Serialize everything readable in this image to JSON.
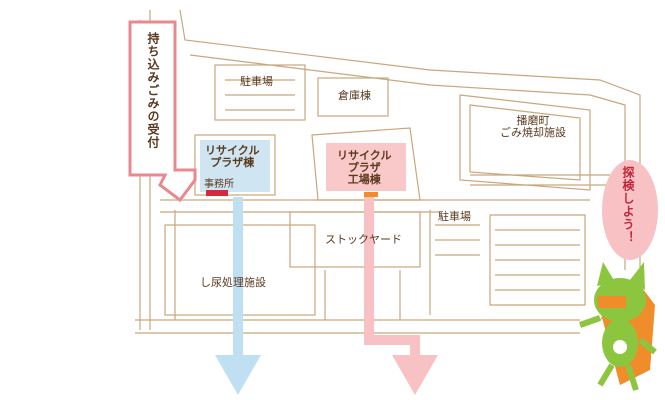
{
  "map": {
    "callout_text": "持ち込みごみの受付",
    "explore_text": "探検しよう！",
    "mascot_badge": "Ⓡ",
    "labels": {
      "parking_top": "駐車場",
      "warehouse": "倉庫棟",
      "incinerator_line1": "播磨町",
      "incinerator_line2": "ごみ焼却施設",
      "recycle_plaza_line1": "リサイクル",
      "recycle_plaza_line2": "プラザ棟",
      "office": "事務所",
      "recycle_factory_line1": "リサイクル",
      "recycle_factory_line2": "プラザ",
      "recycle_factory_line3": "工場棟",
      "parking_right": "駐車場",
      "stockyard": "ストックヤード",
      "sewage": "し尿処理施設"
    },
    "colors": {
      "line": "#c9a77c",
      "plaza_fill": "#cfe6f2",
      "factory_fill": "#f9c9c9",
      "arrow_blue": "#bfe0f3",
      "arrow_pink": "#f8c1c4",
      "mascot_green": "#8cc63f",
      "mascot_orange": "#f08c2a"
    }
  }
}
